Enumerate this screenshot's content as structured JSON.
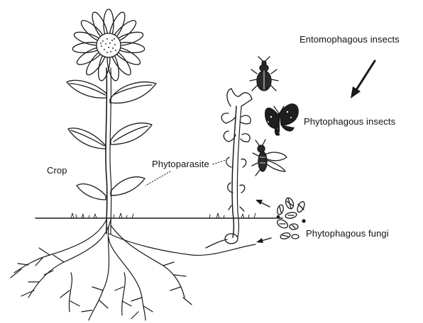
{
  "labels": {
    "crop": "Crop",
    "phytoparasite": "Phytoparasite",
    "entomophagous": "Entomophagous insects",
    "phytophagous_insects": "Phytophagous insects",
    "phytophagous_fungi": "Phytophagous fungi"
  },
  "colors": {
    "ink": "#1a1a1a",
    "background": "#ffffff"
  }
}
